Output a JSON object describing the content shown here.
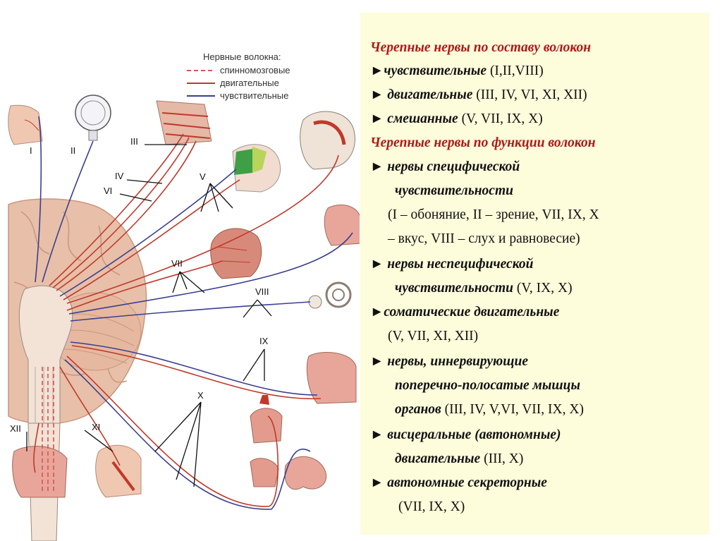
{
  "legend": {
    "title": "Нервные волокна:",
    "items": [
      {
        "label": "спинномозговые",
        "color": "#d9534f",
        "style": "dashed"
      },
      {
        "label": "двигательные",
        "color": "#c0392b",
        "style": "solid"
      },
      {
        "label": "чувствительные",
        "color": "#3a3f8f",
        "style": "solid"
      }
    ]
  },
  "nerve_labels": [
    "I",
    "II",
    "III",
    "IV",
    "VI",
    "V",
    "VII",
    "VIII",
    "IX",
    "X",
    "XI",
    "XII"
  ],
  "colors": {
    "motor": "#c0392b",
    "sensory": "#3a3f8f",
    "panel_bg": "#fdfcdb",
    "heading": "#b01818",
    "brain": "#e8bfa8"
  },
  "text": {
    "h1": "Черепные нервы по составу волокон",
    "l1_bi": "чувствительные",
    "l1_n": " (I,II,VIII)",
    "l2_bi": "двигательные",
    "l2_n": " (III, IV, VI, XI, XII)",
    "l3_bi": "смешанные",
    "l3_n": " (V, VII, IX, X)",
    "h2": "Черепные нервы по функции волокон",
    "l4": "нервы специфической",
    "l5": "чувствительности",
    "l6": "(I – обоняние, II – зрение, VII, IX, X",
    "l7": "– вкус, VIII – слух и равновесие)",
    "l8": "нервы неспецифической",
    "l9_bi": "чувствительности",
    "l9_n": " (V, IX, X)",
    "l10": "соматические двигательные",
    "l11": "(V, VII, XI, XII)",
    "l12": "нервы, иннервирующие",
    "l13": "поперечно-полосатые мышцы",
    "l14_bi": "органов",
    "l14_n": " (III, IV, V,VI, VII, IX, X)",
    "l15": "висцеральные (автономные)",
    "l16_bi": "двигательные",
    "l16_n": " (III, X)",
    "l17": "автономные секреторные",
    "l18": "(VII, IX, X)"
  }
}
